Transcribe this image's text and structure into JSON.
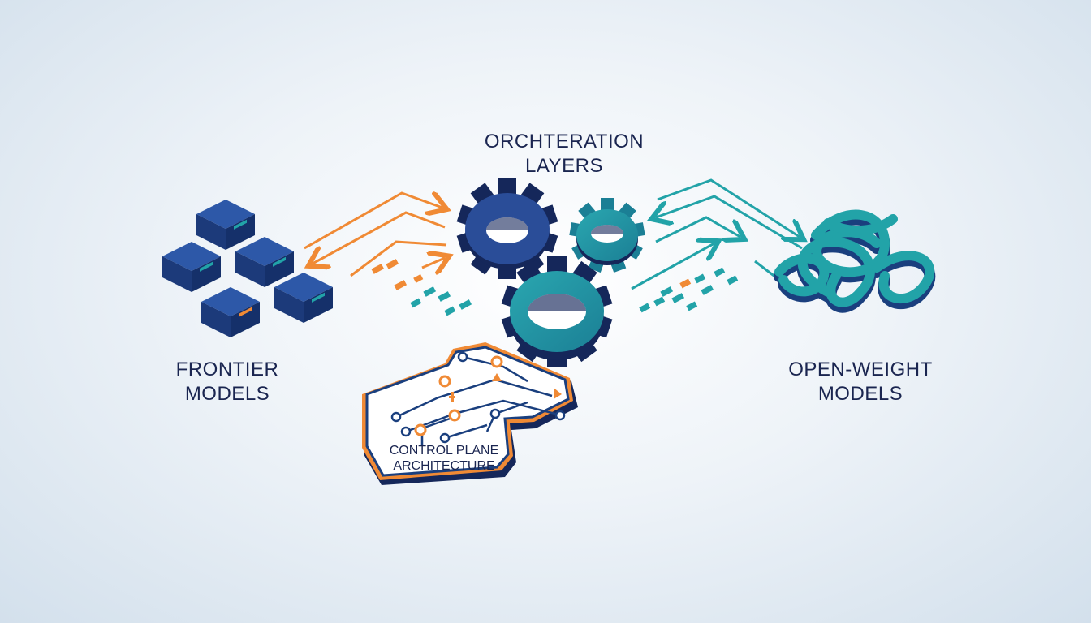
{
  "labels": {
    "orchestration": {
      "line1": "ORCHTERATION",
      "line2": "LAYERS"
    },
    "frontier": {
      "line1": "FRONTIER",
      "line2": "MODELS"
    },
    "open_weight": {
      "line1": "OPEN-WEIGHT",
      "line2": "MODELS"
    },
    "control_plane": {
      "line1": "CONTROL PLANE",
      "line2": "ARCHITECTURE"
    }
  },
  "colors": {
    "navy": "#1f3f7f",
    "navy_dark": "#15275a",
    "teal": "#22a3a8",
    "orange": "#f08a35",
    "text": "#1a2550"
  },
  "icons": [
    "server-block-icon",
    "gear-icon",
    "knot-network-icon",
    "circuit-board-icon",
    "arrow-icon"
  ]
}
